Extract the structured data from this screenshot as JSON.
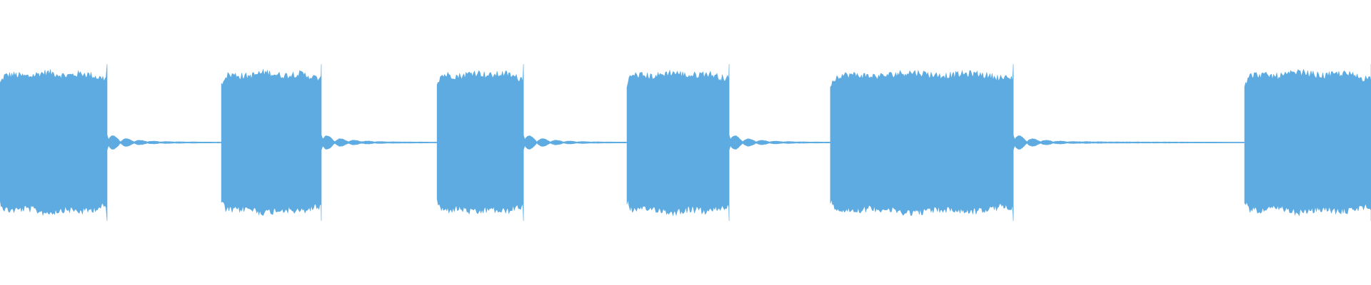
{
  "waveform": {
    "color": "#5dabe1",
    "background": "#ffffff",
    "duration": 1,
    "segments": [
      {
        "kind": "tone",
        "start": 0.0,
        "end": 0.0781,
        "level": 0.6
      },
      {
        "kind": "decay",
        "start": 0.0781,
        "end": 0.1615,
        "level": 0.06
      },
      {
        "kind": "tone",
        "start": 0.1615,
        "end": 0.2344,
        "level": 0.6
      },
      {
        "kind": "decay",
        "start": 0.2344,
        "end": 0.3188,
        "level": 0.06
      },
      {
        "kind": "tone",
        "start": 0.3188,
        "end": 0.3818,
        "level": 0.6
      },
      {
        "kind": "decay",
        "start": 0.3818,
        "end": 0.4573,
        "level": 0.06
      },
      {
        "kind": "tone",
        "start": 0.4573,
        "end": 0.5318,
        "level": 0.6
      },
      {
        "kind": "decay",
        "start": 0.5318,
        "end": 0.6057,
        "level": 0.06
      },
      {
        "kind": "tone",
        "start": 0.6057,
        "end": 0.7391,
        "level": 0.6
      },
      {
        "kind": "decay",
        "start": 0.7391,
        "end": 0.9078,
        "level": 0.06
      },
      {
        "kind": "tone",
        "start": 0.9078,
        "end": 1.0,
        "level": 0.6
      }
    ]
  }
}
